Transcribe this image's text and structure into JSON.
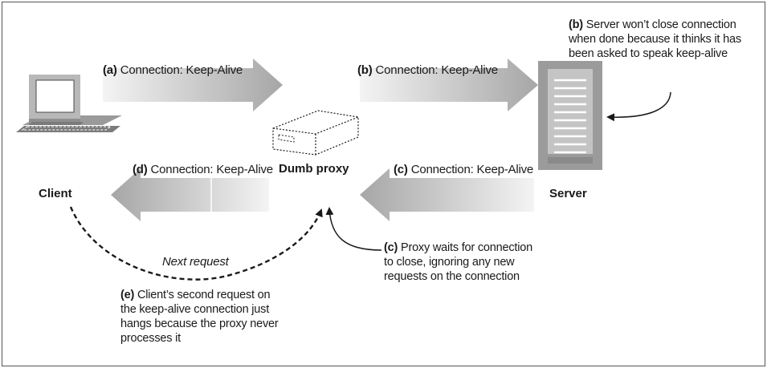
{
  "arrows": {
    "a": {
      "letter": "(a)",
      "text": "Connection: Keep-Alive"
    },
    "b": {
      "letter": "(b)",
      "text": "Connection: Keep-Alive"
    },
    "c": {
      "letter": "(c)",
      "text": "Connection: Keep-Alive"
    },
    "d": {
      "letter": "(d)",
      "text": "Connection: Keep-Alive"
    }
  },
  "nodes": {
    "client": "Client",
    "proxy": "Dumb proxy",
    "server": "Server"
  },
  "notes": {
    "server_note": {
      "letter": "(b)",
      "lines": [
        "Server won’t close connection",
        "when done because it thinks it has",
        "been asked to speak keep-alive"
      ]
    },
    "proxy_note": {
      "letter": "(c)",
      "lines": [
        "Proxy waits for connection",
        "to close, ignoring any new",
        "requests on the connection"
      ]
    },
    "client_note": {
      "letter": "(e)",
      "lines": [
        "Client’s second request on",
        "the keep-alive connection just",
        "hangs because the proxy never",
        "processes it"
      ]
    },
    "next_request": "Next request"
  },
  "colors": {
    "arrow_dark": "#a6a6a6",
    "arrow_light": "#f2f2f2",
    "device_gray": "#bdbdbd",
    "device_dark": "#8c8c8c",
    "outline": "#1a1a1a"
  }
}
